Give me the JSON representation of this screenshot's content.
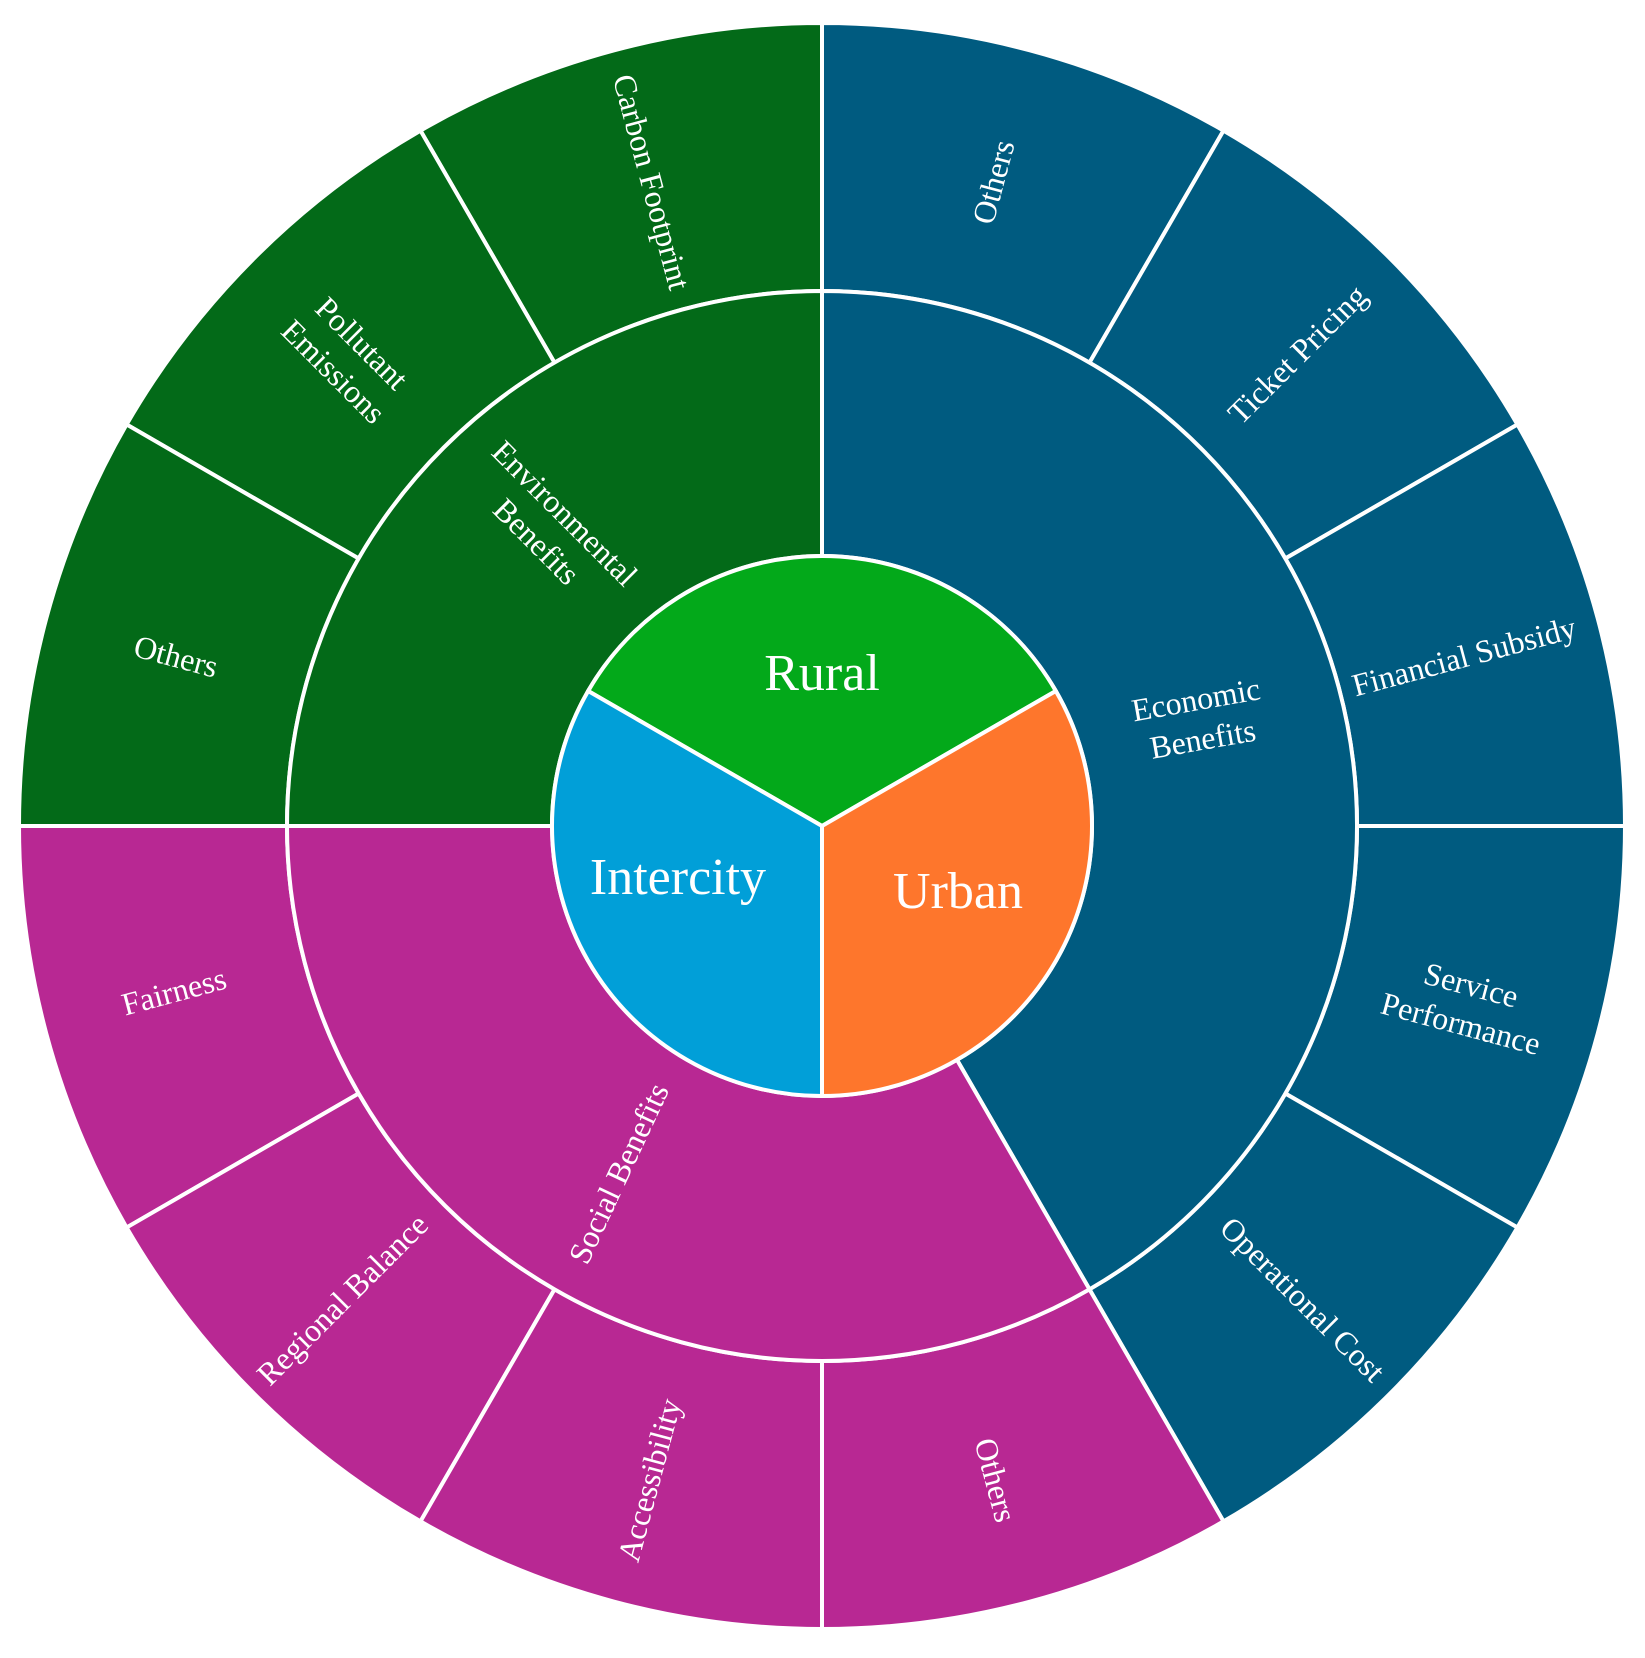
{
  "colors": {
    "rural": "#03A91A",
    "urban": "#FE762C",
    "intercity": "#019FD8",
    "environmental": "#036A18",
    "economic": "#005B80",
    "social": "#B82893"
  },
  "inner": [
    {
      "id": "rural",
      "label": "Rural"
    },
    {
      "id": "urban",
      "label": "Urban"
    },
    {
      "id": "intercity",
      "label": "Intercity"
    }
  ],
  "middle": [
    {
      "id": "environmental",
      "lines": [
        "Environmental",
        "Benefits"
      ]
    },
    {
      "id": "economic",
      "lines": [
        "Economic",
        "Benefits"
      ]
    },
    {
      "id": "social",
      "lines": [
        "Social Benefits"
      ]
    }
  ],
  "outer": [
    {
      "group": "environmental",
      "lines": [
        "Carbon Footprint"
      ]
    },
    {
      "group": "environmental",
      "lines": [
        "Pollutant",
        "Emissions"
      ]
    },
    {
      "group": "environmental",
      "lines": [
        "Others"
      ]
    },
    {
      "group": "economic",
      "lines": [
        "Others"
      ]
    },
    {
      "group": "economic",
      "lines": [
        "Ticket Pricing"
      ]
    },
    {
      "group": "economic",
      "lines": [
        "Financial Subsidy"
      ]
    },
    {
      "group": "economic",
      "lines": [
        "Service",
        "Performance"
      ]
    },
    {
      "group": "economic",
      "lines": [
        "Operational Cost"
      ]
    },
    {
      "group": "social",
      "lines": [
        "Fairness"
      ]
    },
    {
      "group": "social",
      "lines": [
        "Regional Balance"
      ]
    },
    {
      "group": "social",
      "lines": [
        "Accessibility"
      ]
    },
    {
      "group": "social",
      "lines": [
        "Others"
      ]
    }
  ]
}
